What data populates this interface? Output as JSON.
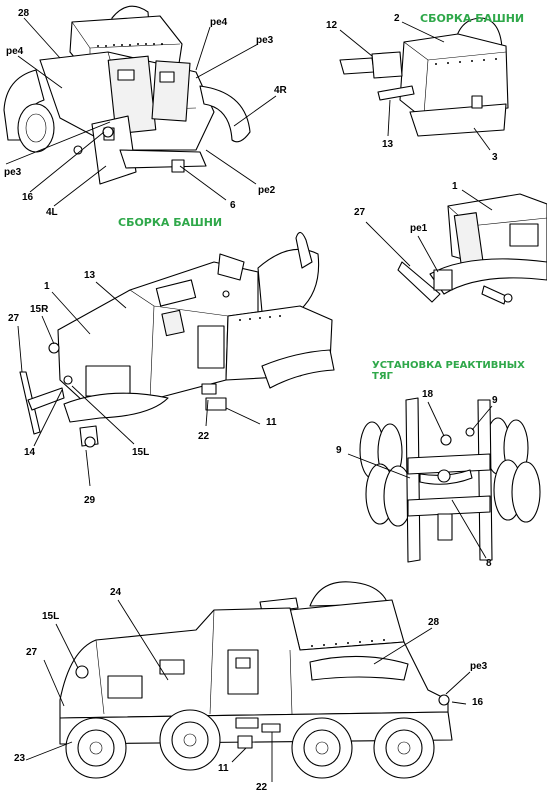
{
  "sections": {
    "turret_assembly_top": "СБОРКА БАШНИ",
    "turret_assembly_mid": "СБОРКА БАШНИ",
    "reaction_rods_line1": "УСТАНОВКА РЕАКТИВНЫХ",
    "reaction_rods_line2": "ТЯГ"
  },
  "callouts": {
    "v1_28": "28",
    "v1_pe4a": "pe4",
    "v1_pe4b": "pe4",
    "v1_pe3a": "pe3",
    "v1_4R": "4R",
    "v1_pe3b": "pe3",
    "v1_16": "16",
    "v1_4L": "4L",
    "v1_6": "6",
    "v1_pe2": "pe2",
    "t_12": "12",
    "t_2": "2",
    "t_13": "13",
    "t_3": "3",
    "h_1": "1",
    "h_27": "27",
    "h_pe1": "pe1",
    "m_13": "13",
    "m_1": "1",
    "m_15R": "15R",
    "m_27": "27",
    "m_14": "14",
    "m_15L": "15L",
    "m_29": "29",
    "m_22": "22",
    "m_11": "11",
    "r_18": "18",
    "r_9a": "9",
    "r_9b": "9",
    "r_8": "8",
    "b_24": "24",
    "b_15L": "15L",
    "b_27": "27",
    "b_28": "28",
    "b_pe3": "pe3",
    "b_16": "16",
    "b_23": "23",
    "b_11": "11",
    "b_22": "22"
  }
}
